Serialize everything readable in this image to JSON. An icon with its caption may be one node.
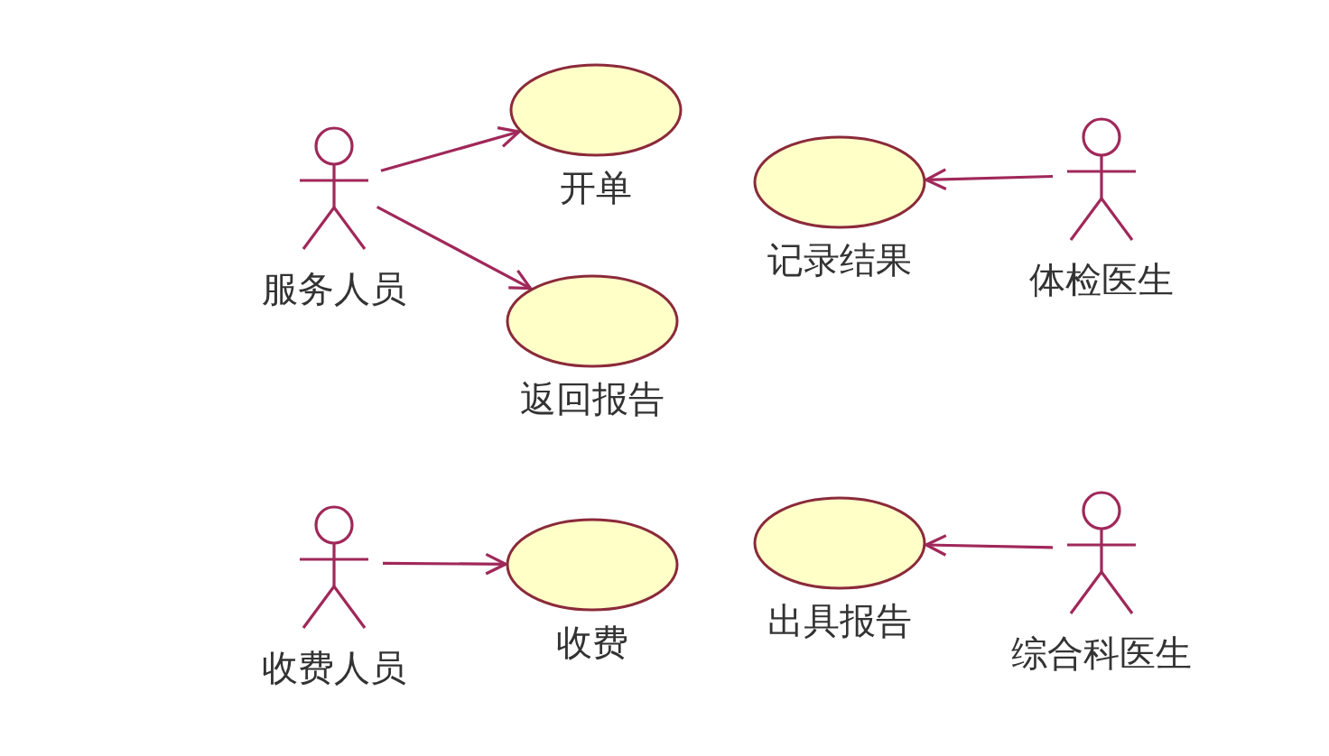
{
  "diagram": {
    "nodes": [
      {
        "text": [
          "服务人员"
        ]
      },
      {
        "text": [
          "开单"
        ]
      },
      {
        "text": [
          "记录结果"
        ]
      },
      {
        "text": [
          "体检医生"
        ]
      },
      {
        "text": [
          "返回报告"
        ]
      },
      {
        "text": [
          "收费人员"
        ]
      },
      {
        "text": [
          "收费"
        ]
      },
      {
        "text": [
          "出具报告"
        ]
      },
      {
        "text": [
          "综合科医生"
        ]
      }
    ],
    "edges": [
      {
        "from": 0,
        "to": 1,
        "arrow": "to"
      },
      {
        "from": 0,
        "to": 4,
        "arrow": "to"
      },
      {
        "from": 3,
        "to": 2,
        "arrow": "to"
      },
      {
        "from": 5,
        "to": 6,
        "arrow": "to"
      },
      {
        "from": 8,
        "to": 7,
        "arrow": "to"
      }
    ]
  }
}
